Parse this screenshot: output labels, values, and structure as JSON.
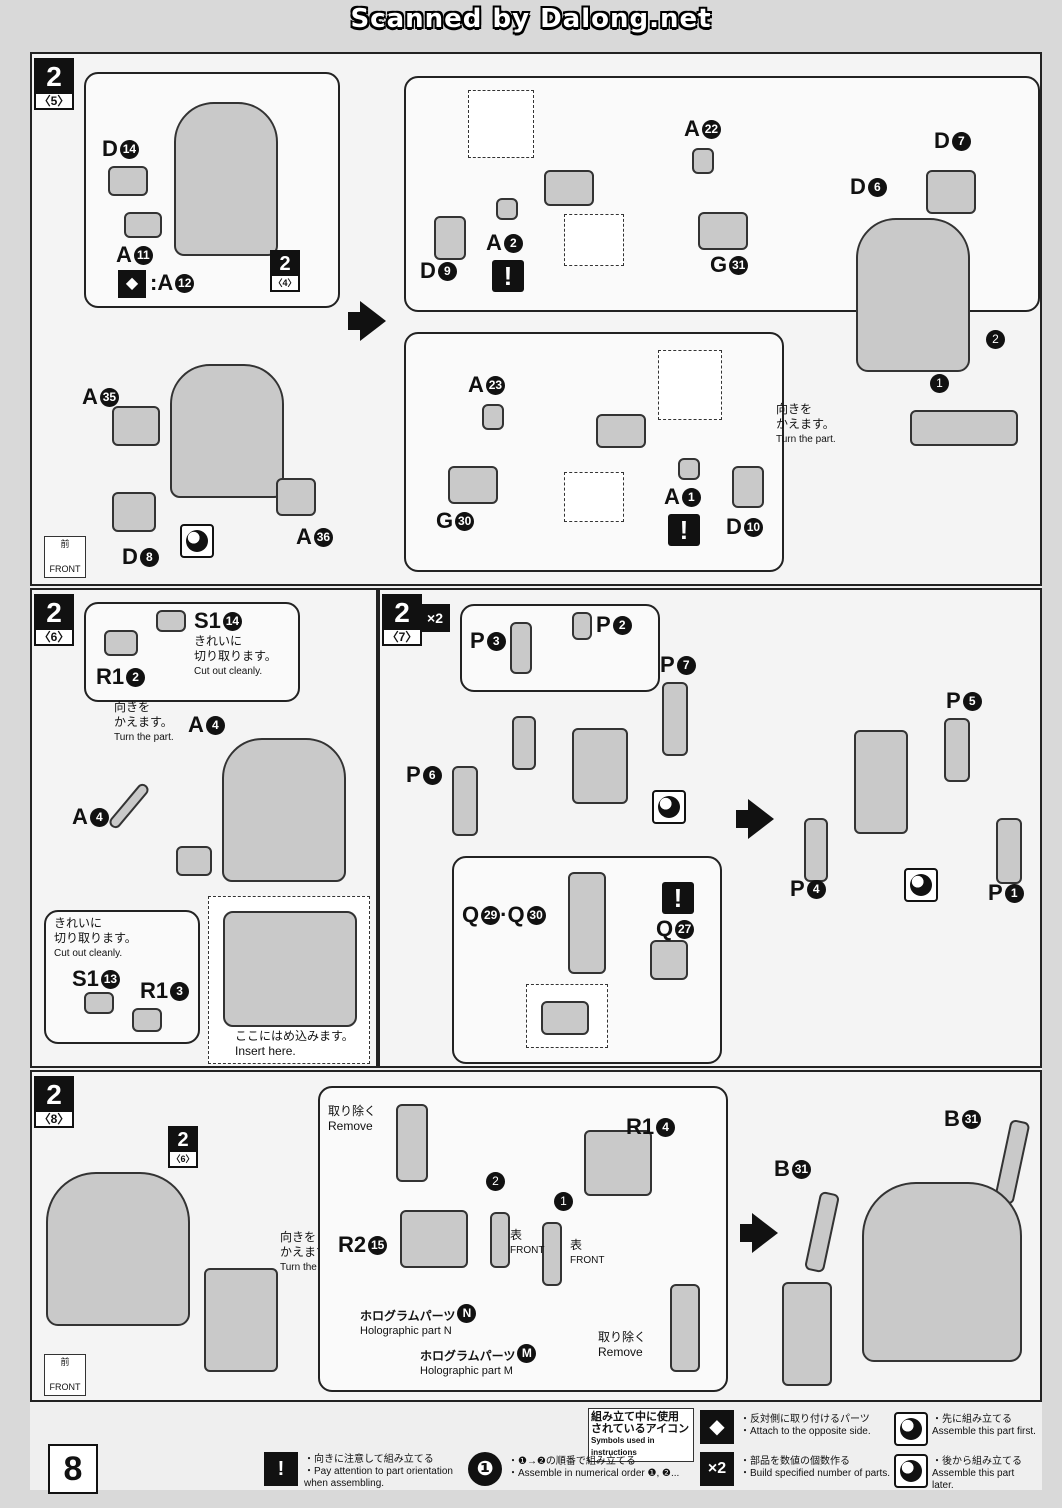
{
  "header": {
    "scan_credit": "Scanned by Dalong.net"
  },
  "page_number": "8",
  "steps": {
    "s5": {
      "num": "2",
      "sub": "〈5〉",
      "ref": "2",
      "ref_sub": "〈4〉"
    },
    "s6": {
      "num": "2",
      "sub": "〈6〉"
    },
    "s7": {
      "num": "2",
      "sub": "〈7〉",
      "mult": "×2"
    },
    "s8": {
      "num": "2",
      "sub": "〈8〉",
      "ref": "2",
      "ref_sub": "〈6〉"
    }
  },
  "labels": {
    "D14": "D",
    "D14n": "14",
    "A11": "A",
    "A11n": "11",
    "A12": ":A",
    "A12n": "12",
    "A35": "A",
    "A35n": "35",
    "D8": "D",
    "D8n": "8",
    "A36": "A",
    "A36n": "36",
    "A2": "A",
    "A2n": "2",
    "D9": "D",
    "D9n": "9",
    "A22": "A",
    "A22n": "22",
    "G31": "G",
    "G31n": "31",
    "D7": "D",
    "D7n": "7",
    "D6": "D",
    "D6n": "6",
    "A23": "A",
    "A23n": "23",
    "G30": "G",
    "G30n": "30",
    "A1": "A",
    "A1n": "1",
    "D10": "D",
    "D10n": "10",
    "S1_14": "S1",
    "S1_14n": "14",
    "R1_2": "R1",
    "R1_2n": "2",
    "A4a": "A",
    "A4an": "4",
    "A4b": "A",
    "A4bn": "4",
    "S1_13": "S1",
    "S1_13n": "13",
    "R1_3": "R1",
    "R1_3n": "3",
    "P3": "P",
    "P3n": "3",
    "P2": "P",
    "P2n": "2",
    "P7": "P",
    "P7n": "7",
    "P6": "P",
    "P6n": "6",
    "Q29": "Q",
    "Q29n": "29",
    "Q30": "·Q",
    "Q30n": "30",
    "Q27": "Q",
    "Q27n": "27",
    "P5": "P",
    "P5n": "5",
    "P4": "P",
    "P4n": "4",
    "P1": "P",
    "P1n": "1",
    "R1_4": "R1",
    "R1_4n": "4",
    "R2_15": "R2",
    "R2_15n": "15",
    "B31a": "B",
    "B31an": "31",
    "B31b": "B",
    "B31bn": "31",
    "N": "N",
    "M": "M",
    "step1": "1",
    "step2": "2"
  },
  "notes": {
    "turn_jp": "向きを",
    "turn_jp2": "かえます。",
    "turn_en": "Turn the part.",
    "cut_jp": "きれいに",
    "cut_jp2": "切り取ります。",
    "cut_en": "Cut out cleanly.",
    "insert_jp": "ここにはめ込みます。",
    "insert_en": "Insert here.",
    "remove_jp": "取り除く",
    "remove_en": "Remove",
    "holo_jp": "ホログラムパーツ",
    "holo_en": "Holographic part",
    "omote": "表",
    "front_en": "FRONT",
    "mae": "前",
    "front_icon": "FRONT"
  },
  "legend": {
    "title_jp": "組み立て中に使用",
    "title_jp2": "されているアイコン",
    "title_en": "Symbols used in instructions",
    "opposite_jp": "・反対側に取り付けるパーツ",
    "opposite_en": "・Attach to the opposite side.",
    "first_jp": "・先に組み立てる",
    "first_en": "Assemble this part first.",
    "orient_jp": "・向きに注意して組み立てる",
    "orient_en": "・Pay attention to part orientation",
    "orient_en2": "when assembling.",
    "order_jp": "・❶→❷の順番で組み立てる",
    "order_en": "・Assemble in numerical order ❶, ❷...",
    "mult_jp": "・部品を数値の個数作る",
    "mult_en": "・Build specified number of parts.",
    "later_jp": "・後から組み立てる",
    "later_en": "Assemble this part later.",
    "x2": "×2"
  }
}
